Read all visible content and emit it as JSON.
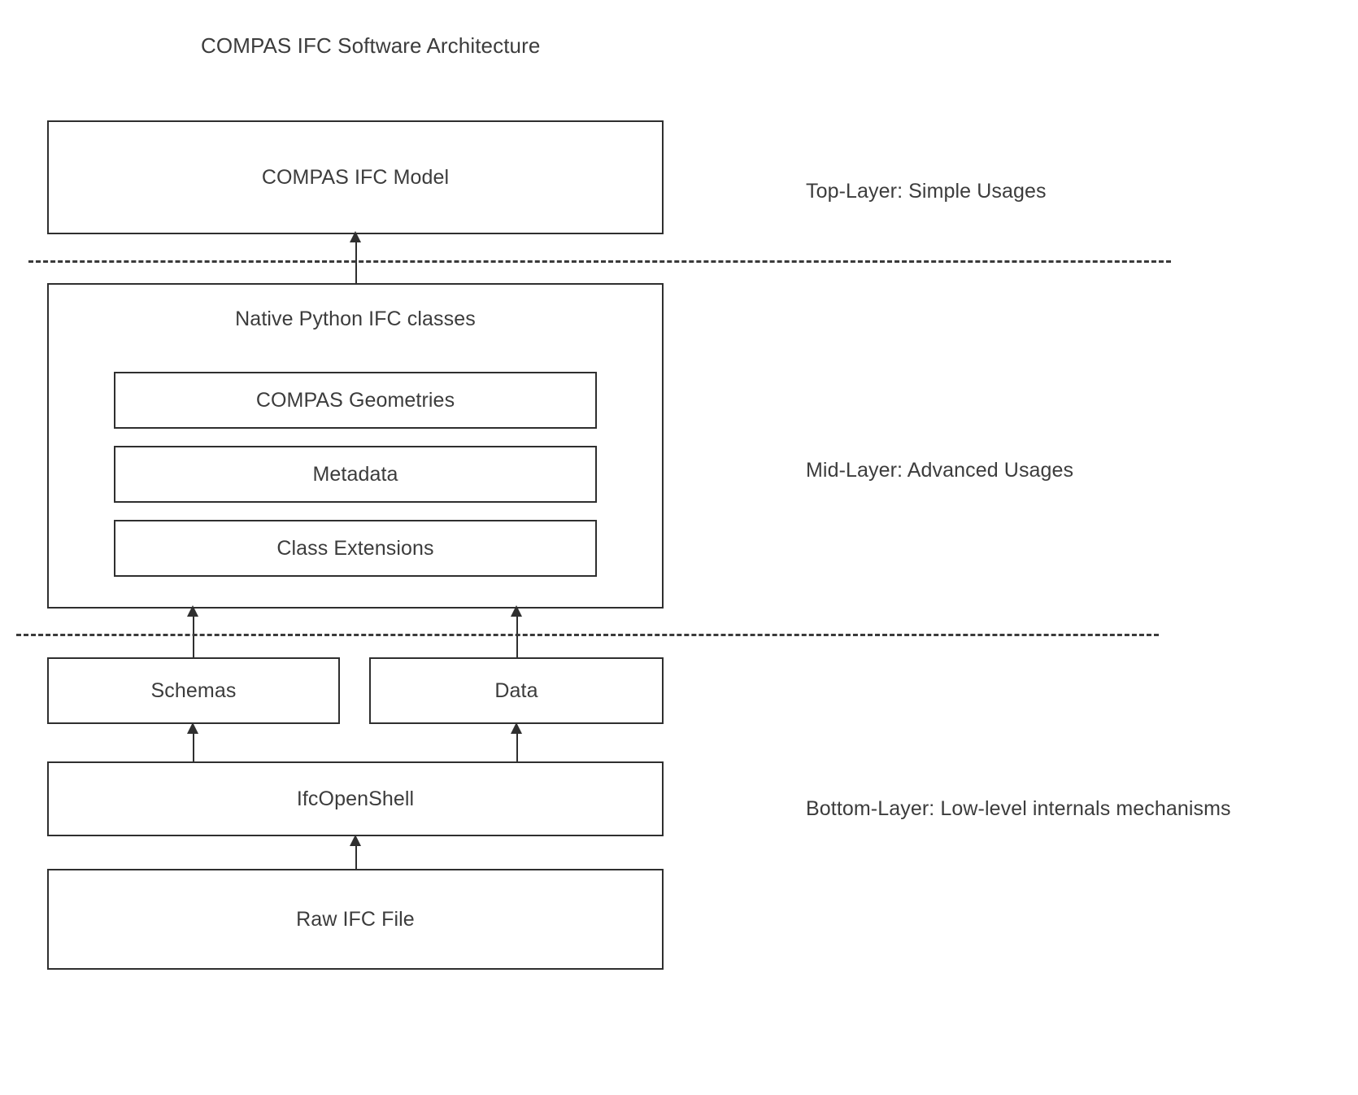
{
  "title": "COMPAS IFC Software Architecture",
  "nodes": {
    "top_model": "COMPAS IFC Model",
    "native_classes": "Native Python IFC classes",
    "compas_geometries": "COMPAS Geometries",
    "metadata": "Metadata",
    "class_extensions": "Class Extensions",
    "schemas": "Schemas",
    "data": "Data",
    "ifcopenshell": "IfcOpenShell",
    "raw_ifc_file": "Raw IFC File"
  },
  "layer_labels": {
    "top": "Top-Layer: Simple Usages",
    "mid": "Mid-Layer: Advanced Usages",
    "bottom": "Bottom-Layer: Low-level internals mechanisms"
  },
  "colors": {
    "stroke": "#2f2f2f",
    "text": "#3c3c3c",
    "background": "#ffffff",
    "divider": "#3a3a3a"
  }
}
